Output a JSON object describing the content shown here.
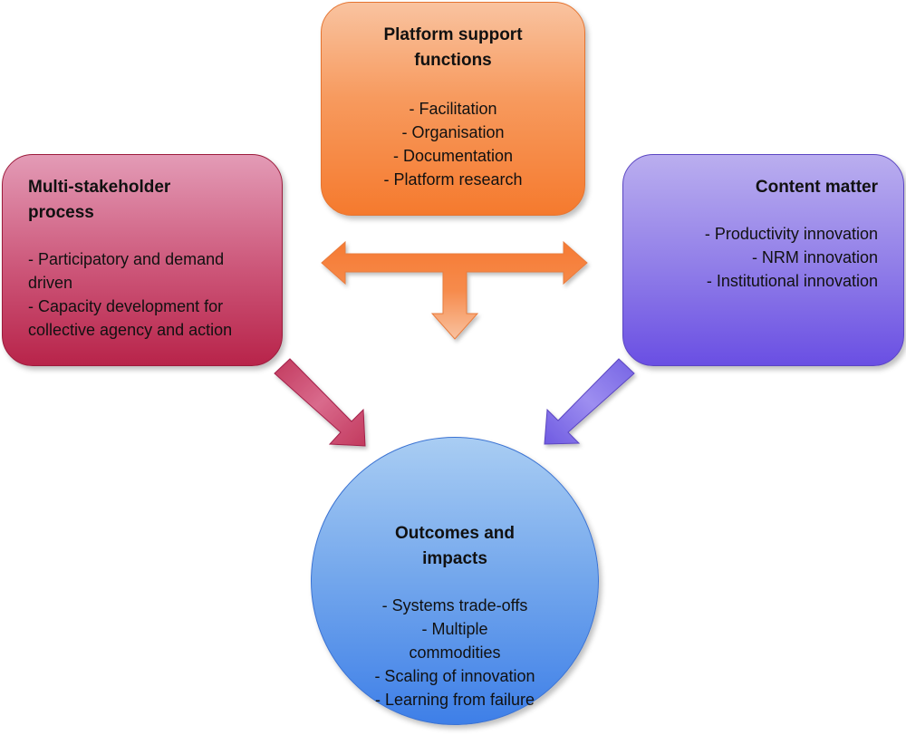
{
  "platform_support": {
    "title_line1": "Platform support",
    "title_line2": "functions",
    "items": [
      "- Facilitation",
      "- Organisation",
      "- Documentation",
      "- Platform research"
    ],
    "color": "#f57a2e"
  },
  "multi_stakeholder": {
    "title_line1": "Multi-stakeholder",
    "title_line2": "process",
    "items": [
      "- Participatory and demand",
      "driven",
      "- Capacity development for",
      "collective agency and action"
    ],
    "color": "#b8244a"
  },
  "content_matter": {
    "title": "Content matter",
    "items": [
      "- Productivity innovation",
      "- NRM innovation",
      "- Institutional innovation"
    ],
    "color": "#6a4fe3"
  },
  "outcomes": {
    "title_line1": "Outcomes and",
    "title_line2": "impacts",
    "items": [
      "- Systems trade-offs",
      "- Multiple",
      "commodities",
      "- Scaling of innovation",
      "- Learning from failure"
    ],
    "color": "#3e7fe8"
  },
  "arrows": {
    "center": "orange T-shaped double arrow (left, right, down)",
    "left": "crimson arrow from Multi-stakeholder process to Outcomes",
    "right": "violet arrow from Content matter to Outcomes"
  }
}
